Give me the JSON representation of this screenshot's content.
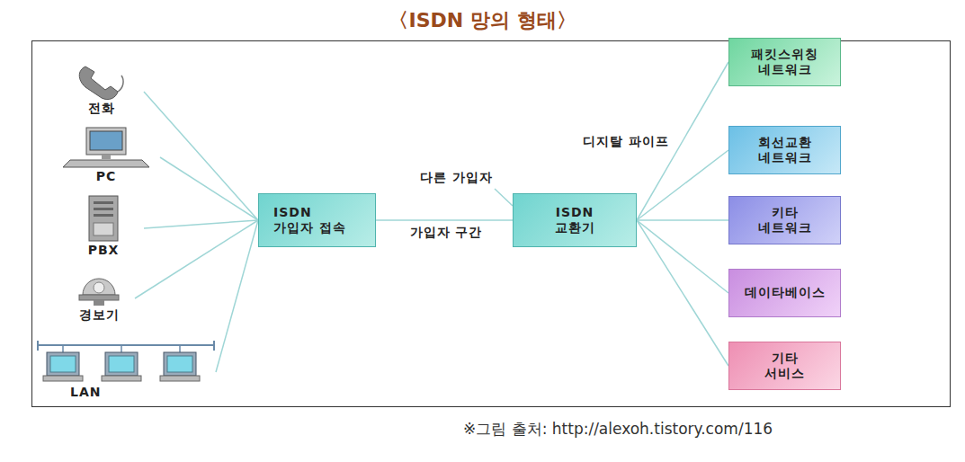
{
  "diagram": {
    "title": "〈ISDN 망의 형태〉",
    "caption": "※그림 출처: http://alexoh.tistory.com/116",
    "nodes": [
      {
        "text": [
          "전화"
        ]
      },
      {
        "text": [
          "PC"
        ]
      },
      {
        "text": [
          "PBX"
        ]
      },
      {
        "text": [
          "경보기"
        ]
      },
      {
        "text": [
          "LAN"
        ]
      },
      {
        "text": [
          "ISDN 가입자 접속"
        ]
      },
      {
        "text": [
          "ISDN 교환기"
        ]
      },
      {
        "text": [
          "패킷스위칭 네트워크"
        ]
      },
      {
        "text": [
          "회선교환 네트워크"
        ]
      },
      {
        "text": [
          "키타 네트워크"
        ]
      },
      {
        "text": [
          "데이타베이스"
        ]
      },
      {
        "text": [
          "기타 서비스"
        ]
      }
    ],
    "edges": [
      {
        "from": 0,
        "to": 5,
        "arrow": "none"
      },
      {
        "from": 1,
        "to": 5,
        "arrow": "none"
      },
      {
        "from": 2,
        "to": 5,
        "arrow": "none"
      },
      {
        "from": 3,
        "to": 5,
        "arrow": "none"
      },
      {
        "from": 4,
        "to": 5,
        "arrow": "none"
      },
      {
        "from": 5,
        "to": 6,
        "label": "가입자 구간",
        "arrow": "none"
      },
      {
        "from": 6,
        "to": 7,
        "arrow": "none"
      },
      {
        "from": 6,
        "to": 8,
        "arrow": "none"
      },
      {
        "from": 6,
        "to": 9,
        "arrow": "none"
      },
      {
        "from": 6,
        "to": 10,
        "arrow": "none"
      },
      {
        "from": 6,
        "to": 11,
        "arrow": "none"
      }
    ],
    "labels": [
      "다른 가입자",
      "디지탈 파이프"
    ]
  }
}
